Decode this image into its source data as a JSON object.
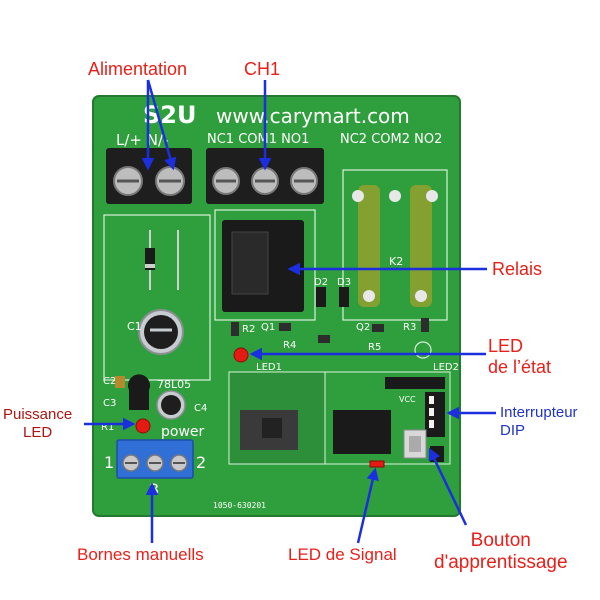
{
  "colors": {
    "pcb": "#2f9e3c",
    "pcb_dark": "#237a2e",
    "terminal": "#1e1e1e",
    "relay": "#1a1a1a",
    "blue_terminal": "#2f6fd6",
    "arrow": "#1b2fe0",
    "label_red": "#e8201a",
    "label_darkred": "#b01512",
    "label_blue": "#2033c8"
  },
  "board": {
    "model": "S2U",
    "url": "www.carymart.com",
    "power_terminal_label": "L/+ N/-",
    "ch1_terminal_label": "NC1 COM1 NO1",
    "ch2_terminal_label": "NC2 COM2 NO2",
    "relay_k2": "K2",
    "c1": "C1",
    "q1": "Q1",
    "q2": "Q2",
    "r2": "R2",
    "r3": "R3",
    "r4": "R4",
    "r5": "R5",
    "d2": "D2",
    "d3": "D3",
    "led1": "LED1",
    "led2": "LED2",
    "c2": "C2",
    "c3": "C3",
    "c4": "C4",
    "r1": "R1",
    "reg": "78L05",
    "power_text": "power",
    "manual_1": "1",
    "manual_2": "2",
    "manual_3": "3",
    "serial": "1050-630201",
    "vcc": "VCC"
  },
  "callouts": {
    "alimentation": "Alimentation",
    "ch1": "CH1",
    "relais": "Relais",
    "led_etat_line1": "LED",
    "led_etat_line2": "de l’état",
    "puissance_line1": "Puissance",
    "puissance_line2": "LED",
    "interrupteur_line1": "Interrupteur",
    "interrupteur_line2": "DIP",
    "bornes": "Bornes manuells",
    "led_signal": "LED de Signal",
    "bouton_line1": "Bouton",
    "bouton_line2": "d'apprentissage"
  }
}
